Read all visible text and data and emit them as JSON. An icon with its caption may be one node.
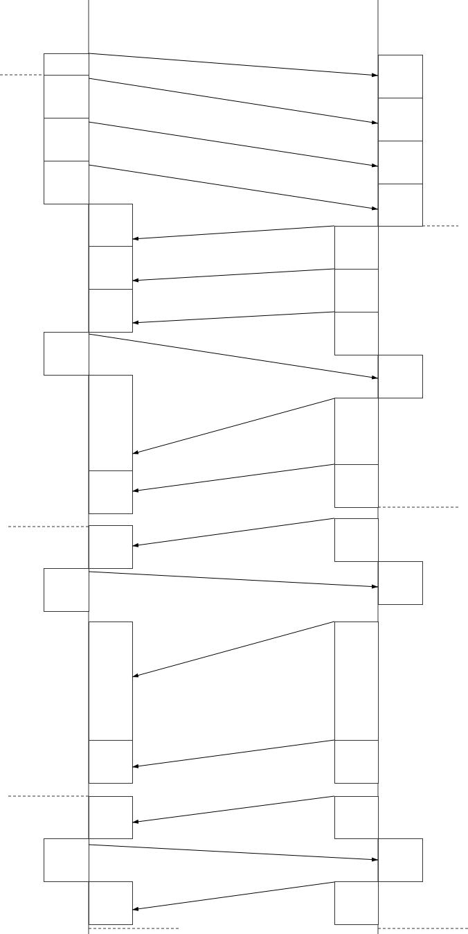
{
  "diagram": {
    "nodes": [
      {
        "text": [],
        "shape": "box"
      },
      {
        "text": [],
        "shape": "box"
      },
      {
        "text": [],
        "shape": "box"
      },
      {
        "text": [],
        "shape": "box"
      },
      {
        "text": [],
        "shape": "box"
      },
      {
        "text": [],
        "shape": "box"
      },
      {
        "text": [],
        "shape": "box"
      },
      {
        "text": [],
        "shape": "box"
      },
      {
        "text": [],
        "shape": "box"
      },
      {
        "text": [],
        "shape": "box"
      },
      {
        "text": [],
        "shape": "box"
      },
      {
        "text": [],
        "shape": "box"
      },
      {
        "text": [],
        "shape": "box"
      },
      {
        "text": [],
        "shape": "box"
      },
      {
        "text": [],
        "shape": "box"
      },
      {
        "text": [],
        "shape": "box"
      },
      {
        "text": [],
        "shape": "box"
      },
      {
        "text": [],
        "shape": "box"
      },
      {
        "text": [],
        "shape": "box"
      },
      {
        "text": [],
        "shape": "box"
      },
      {
        "text": [],
        "shape": "box"
      },
      {
        "text": [],
        "shape": "box"
      },
      {
        "text": [],
        "shape": "box"
      },
      {
        "text": [],
        "shape": "box"
      },
      {
        "text": [],
        "shape": "box"
      },
      {
        "text": [],
        "shape": "box"
      },
      {
        "text": [],
        "shape": "box"
      },
      {
        "text": [],
        "shape": "box"
      },
      {
        "text": [],
        "shape": "box"
      },
      {
        "text": [],
        "shape": "box"
      },
      {
        "text": [],
        "shape": "box"
      },
      {
        "text": [],
        "shape": "box"
      },
      {
        "text": [],
        "shape": "box"
      },
      {
        "text": [],
        "shape": "box"
      }
    ],
    "edges": [
      {
        "from": 0,
        "to": 1,
        "arrow": "to"
      },
      {
        "from": 2,
        "to": 3,
        "arrow": "to"
      },
      {
        "from": 4,
        "to": 5,
        "arrow": "to"
      },
      {
        "from": 6,
        "to": 7,
        "arrow": "to"
      },
      {
        "from": 9,
        "to": 8,
        "arrow": "to"
      },
      {
        "from": 11,
        "to": 10,
        "arrow": "to"
      },
      {
        "from": 13,
        "to": 12,
        "arrow": "to"
      },
      {
        "from": 14,
        "to": 15,
        "arrow": "to"
      },
      {
        "from": 17,
        "to": 16,
        "arrow": "to"
      },
      {
        "from": 18,
        "to": 19,
        "arrow": "to"
      },
      {
        "from": 20,
        "to": 21,
        "arrow": "to"
      },
      {
        "from": 23,
        "to": 22,
        "arrow": "to"
      },
      {
        "from": 25,
        "to": 24,
        "arrow": "to"
      },
      {
        "from": 27,
        "to": 26,
        "arrow": "to"
      },
      {
        "from": 29,
        "to": 28,
        "arrow": "to"
      },
      {
        "from": 30,
        "to": 31,
        "arrow": "to"
      },
      {
        "from": 33,
        "to": 32,
        "arrow": "to"
      }
    ]
  }
}
